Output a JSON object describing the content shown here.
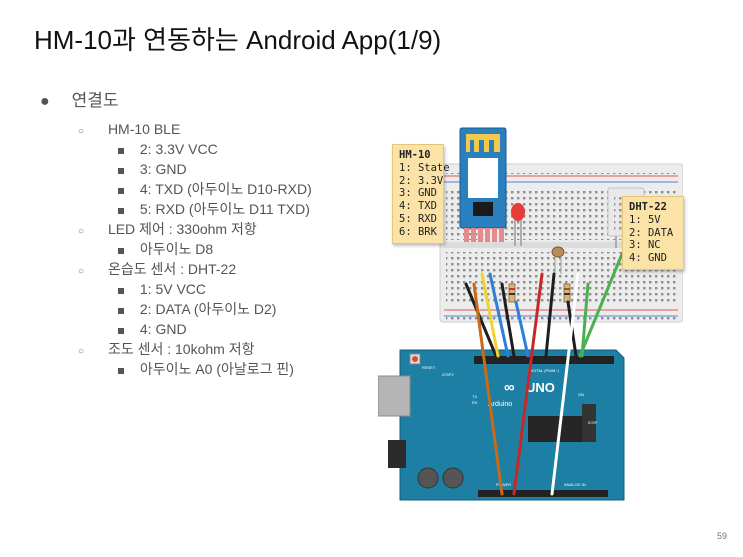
{
  "title": "HM-10과 연동하는 Android App(1/9)",
  "bullets": {
    "root": "연결도",
    "hm10": {
      "label": "HM-10 BLE",
      "items": [
        "2: 3.3V VCC",
        "3: GND",
        "4: TXD (아두이노 D10-RXD)",
        "5: RXD (아두이노 D11 TXD)"
      ]
    },
    "led": {
      "label": "LED 제어 : 330ohm 저항",
      "items": [
        "아두이노 D8"
      ]
    },
    "dht": {
      "label": "온습도 센서 : DHT-22",
      "items": [
        "1: 5V VCC",
        "2: DATA (아두이노 D2)",
        "4: GND"
      ]
    },
    "light": {
      "label": "조도 센서 : 10kohm 저항",
      "items": [
        "아두이노 A0 (아날로그 핀)"
      ]
    }
  },
  "diagram": {
    "hm10_note": {
      "title": "HM-10",
      "lines": [
        "1: State",
        "2: 3.3V",
        "3: GND",
        "4: TXD",
        "5: RXD",
        "6: BRK"
      ]
    },
    "dht_note": {
      "title": "DHT-22",
      "lines": [
        "1: 5V",
        "2: DATA",
        "3: NC",
        "4: GND"
      ]
    },
    "board": {
      "logo": "UNO",
      "brand": "Arduino",
      "labels": {
        "reset": "RESET",
        "icsp": "ICSP2",
        "tx": "TX",
        "rx": "RX",
        "on": "ON",
        "digital": "DIGITAL (PWM~)",
        "power": "POWER",
        "analog": "ANALOG IN",
        "icsp1": "ICSP"
      }
    },
    "colors": {
      "board": "#1d7fa3",
      "breadboard": "#ececec",
      "note": "#fbe3a7",
      "hm10_module": "#2a7fbf",
      "dht_body": "#ececec"
    }
  },
  "page_number": "59"
}
